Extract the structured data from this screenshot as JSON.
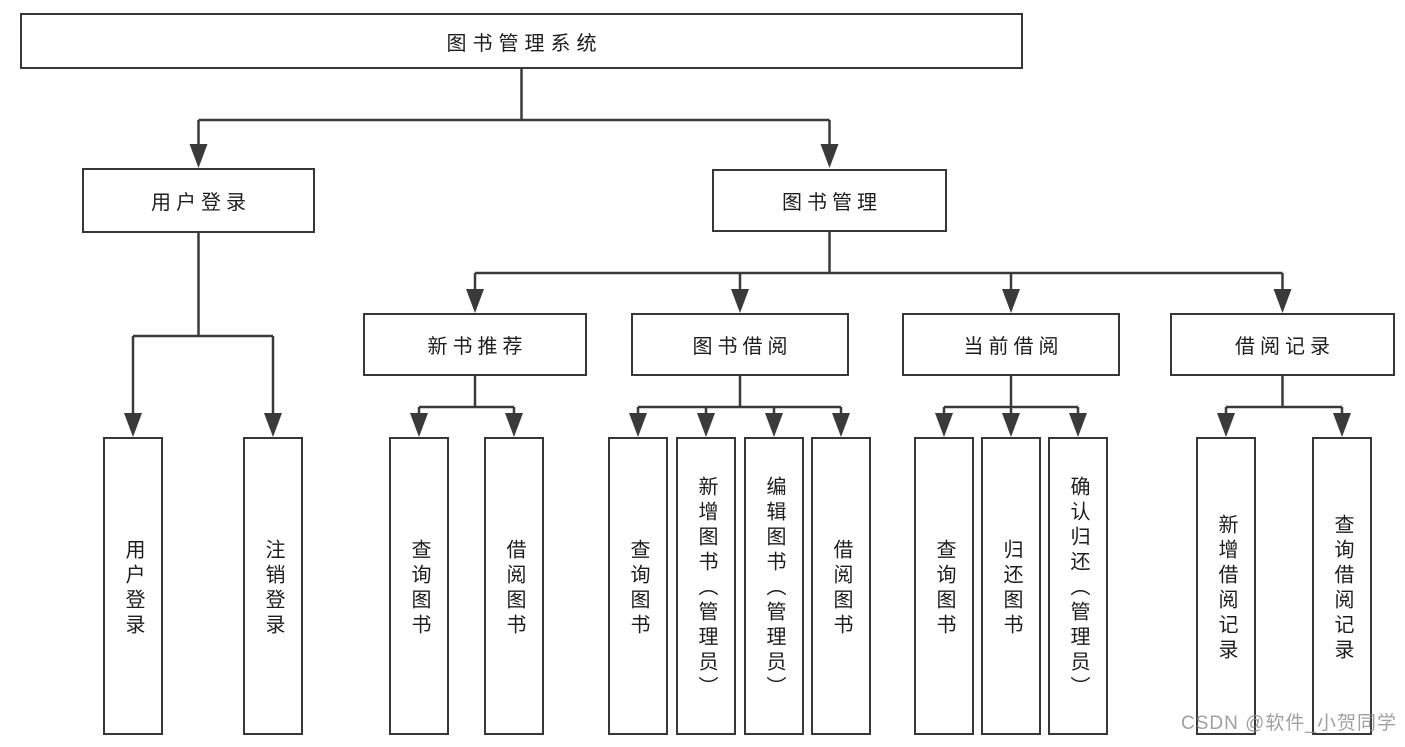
{
  "colors": {
    "line": "#3a3a3a",
    "box_border": "#373737",
    "text": "#1d1d1d",
    "watermark": "#8c8c8c",
    "background": "#ffffff"
  },
  "tree": {
    "root": {
      "label": "图书管理系统"
    },
    "level2": [
      {
        "label": "用户登录",
        "children": [
          {
            "label": "用户登录"
          },
          {
            "label": "注销登录"
          }
        ]
      },
      {
        "label": "图书管理",
        "children": [
          {
            "label": "新书推荐",
            "children": [
              {
                "label": "查询图书"
              },
              {
                "label": "借阅图书"
              }
            ]
          },
          {
            "label": "图书借阅",
            "children": [
              {
                "label": "查询图书"
              },
              {
                "label": "新增图书（管理员）"
              },
              {
                "label": "编辑图书（管理员）"
              },
              {
                "label": "借阅图书"
              }
            ]
          },
          {
            "label": "当前借阅",
            "children": [
              {
                "label": "查询图书"
              },
              {
                "label": "归还图书"
              },
              {
                "label": "确认归还（管理员）"
              }
            ]
          },
          {
            "label": "借阅记录",
            "children": [
              {
                "label": "新增借阅记录"
              },
              {
                "label": "查询借阅记录"
              }
            ]
          }
        ]
      }
    ]
  },
  "watermark": {
    "text": "CSDN @软件_小贺同学"
  }
}
